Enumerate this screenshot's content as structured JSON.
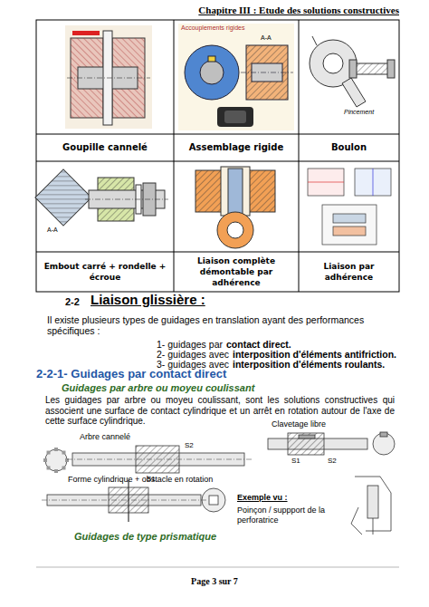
{
  "diagram": {
    "title": "Chapitre III : Etude des solutions constructives",
    "nodes": [
      {
        "text": [
          "Goupille cannelé"
        ]
      },
      {
        "text": [
          "Assemblage rigide"
        ]
      },
      {
        "text": [
          "Boulon"
        ]
      },
      {
        "text": [
          "Embout carré + rondelle + écroue"
        ]
      },
      {
        "text": [
          "Liaison complète démontable par adhérence"
        ]
      },
      {
        "text": [
          "Liaison par adhérence"
        ]
      }
    ],
    "labels": [
      "Accouplements rigides",
      "A-A",
      "Pincement",
      "A-A",
      "2-2",
      "Liaison glissière :",
      "Il existe plusieurs types de guidages en translation ayant des performances spécifiques :",
      "1- guidages par",
      "contact direct.",
      "2- guidages avec",
      "interposition d'éléments antifriction.",
      "3- guidages avec",
      "interposition d'éléments roulants.",
      "2-2-1- Guidages par contact direct",
      "Guidages par arbre ou moyeu coulissant",
      "Les guidages par arbre ou moyeu coulissant, sont les solutions constructives qui associent une surface de contact cylindrique et un arrêt en rotation autour de l'axe de cette surface cylindrique.",
      "Arbre cannelé",
      "Clavetage libre",
      "Forme cylindrique + obstacle en rotation",
      "Exemple vu :",
      "Poinçon / suppport de la perforatrice",
      "S1",
      "S2",
      "S1",
      "S2",
      "Guidages de type prismatique",
      "Page 3 sur 7"
    ]
  }
}
